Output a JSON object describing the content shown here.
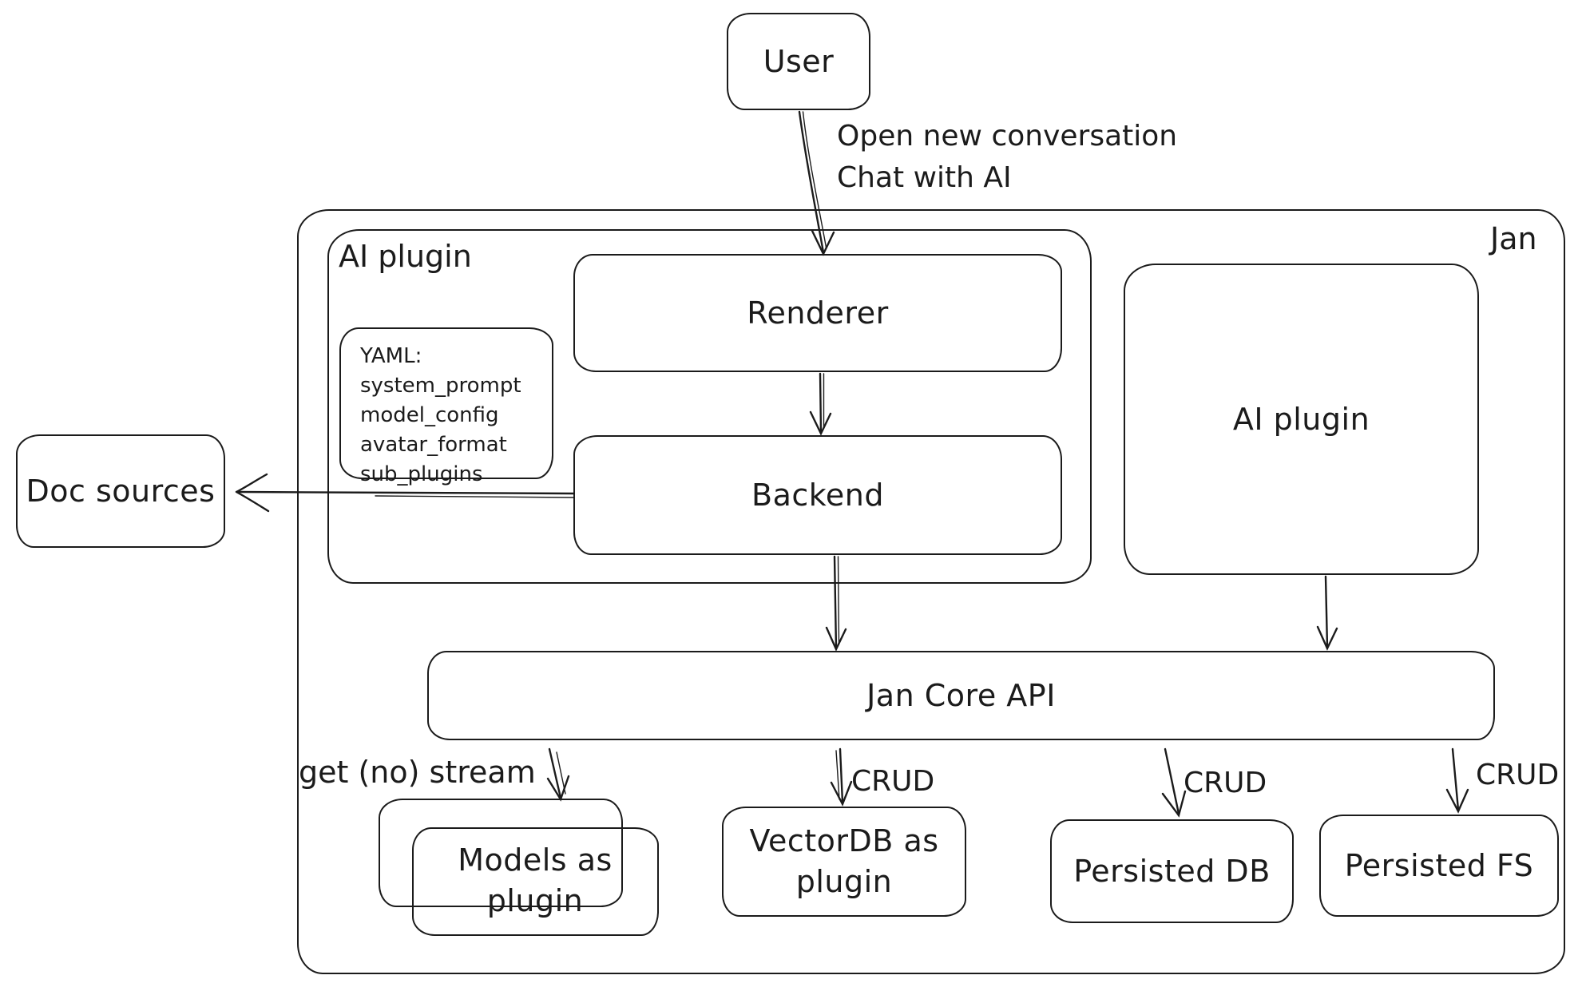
{
  "colors": {
    "stroke": "#1b1b1b",
    "background": "#ffffff"
  },
  "nodes": {
    "user": "User",
    "jan": "Jan",
    "ai_plugin_group": "AI plugin",
    "renderer": "Renderer",
    "backend": "Backend",
    "ai_plugin_right": "AI plugin",
    "doc_sources": "Doc sources",
    "jan_core_api": "Jan Core API",
    "models_as_plugin": "Models as plugin",
    "vectordb_as_plugin": "VectorDB as plugin",
    "persisted_db": "Persisted DB",
    "persisted_fs": "Persisted FS"
  },
  "yaml_note": {
    "lines": [
      "YAML:",
      "system_prompt",
      "model_config",
      "avatar_format",
      "sub_plugins"
    ]
  },
  "edges": {
    "user_flow_line1": "Open new conversation",
    "user_flow_line2": "Chat with AI",
    "models_stream": "get (no) stream",
    "vectordb_crud": "CRUD",
    "persisted_db_crud": "CRUD",
    "persisted_fs_crud": "CRUD"
  }
}
